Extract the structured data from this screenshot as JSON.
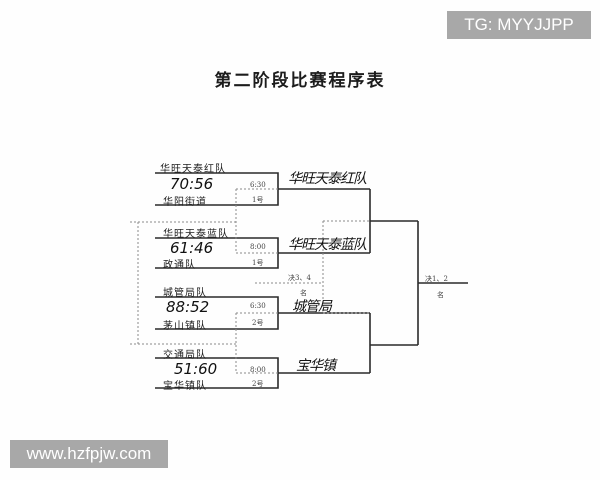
{
  "watermarks": {
    "top_right": "TG: MYYJJPP",
    "bottom_left": "www.hzfpjw.com"
  },
  "document": {
    "title": "第二阶段比赛程序表"
  },
  "bracket": {
    "matches": [
      {
        "team_top": "华旺天泰红队",
        "team_bottom": "华阳街道",
        "score": "70:56",
        "time": "6:30",
        "court": "1号",
        "winner": "华旺天泰红队"
      },
      {
        "team_top": "华旺天泰蓝队",
        "team_bottom": "政通队",
        "score": "61:46",
        "time": "8:00",
        "court": "1号",
        "winner": "华旺天泰蓝队"
      },
      {
        "team_top": "城管局队",
        "team_bottom": "茅山镇队",
        "score": "88:52",
        "time": "6:30",
        "court": "2号",
        "winner": "城管局"
      },
      {
        "team_top": "交通局队",
        "team_bottom": "宝华镇队",
        "score": "51:60",
        "time": "8:00",
        "court": "2号",
        "winner": "宝华镇"
      }
    ],
    "third_place_label": "决3、4",
    "third_place_suffix": "名",
    "final_label": "决1、2",
    "final_suffix": "名"
  },
  "colors": {
    "line": "#2a2a2a",
    "dotted": "#8a8a8a",
    "watermark_bg": "#a8a8a8"
  }
}
